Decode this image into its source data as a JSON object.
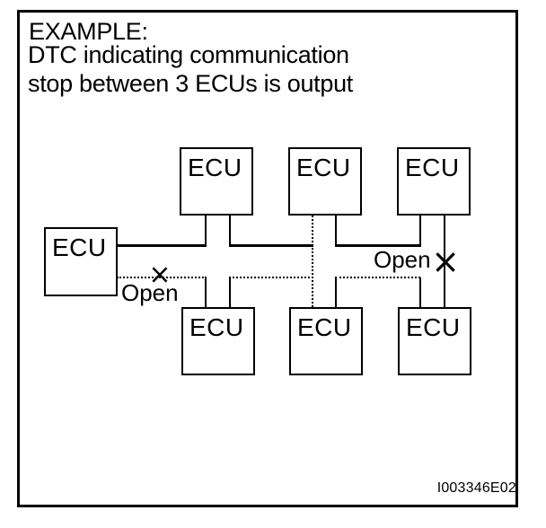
{
  "figure": {
    "heading": "EXAMPLE:",
    "description_line1": "DTC indicating communication",
    "description_line2": "stop between 3 ECUs is output",
    "code": "I003346E02"
  },
  "diagram": {
    "boxes": [
      {
        "id": "left",
        "label": "ECU"
      },
      {
        "id": "top-1",
        "label": "ECU"
      },
      {
        "id": "top-2",
        "label": "ECU"
      },
      {
        "id": "top-3",
        "label": "ECU"
      },
      {
        "id": "bottom-1",
        "label": "ECU"
      },
      {
        "id": "bottom-2",
        "label": "ECU"
      },
      {
        "id": "bottom-3",
        "label": "ECU"
      }
    ],
    "open_points": [
      {
        "label": "Open",
        "symbol": "×",
        "location": "lower bus between left ECU and bottom ECU 1"
      },
      {
        "label": "Open",
        "symbol": "×",
        "location": "vertical line between top ECU 3 and bottom ECU 3"
      }
    ],
    "colors": {
      "line": "#000000",
      "background": "#ffffff",
      "text": "#000000"
    }
  }
}
